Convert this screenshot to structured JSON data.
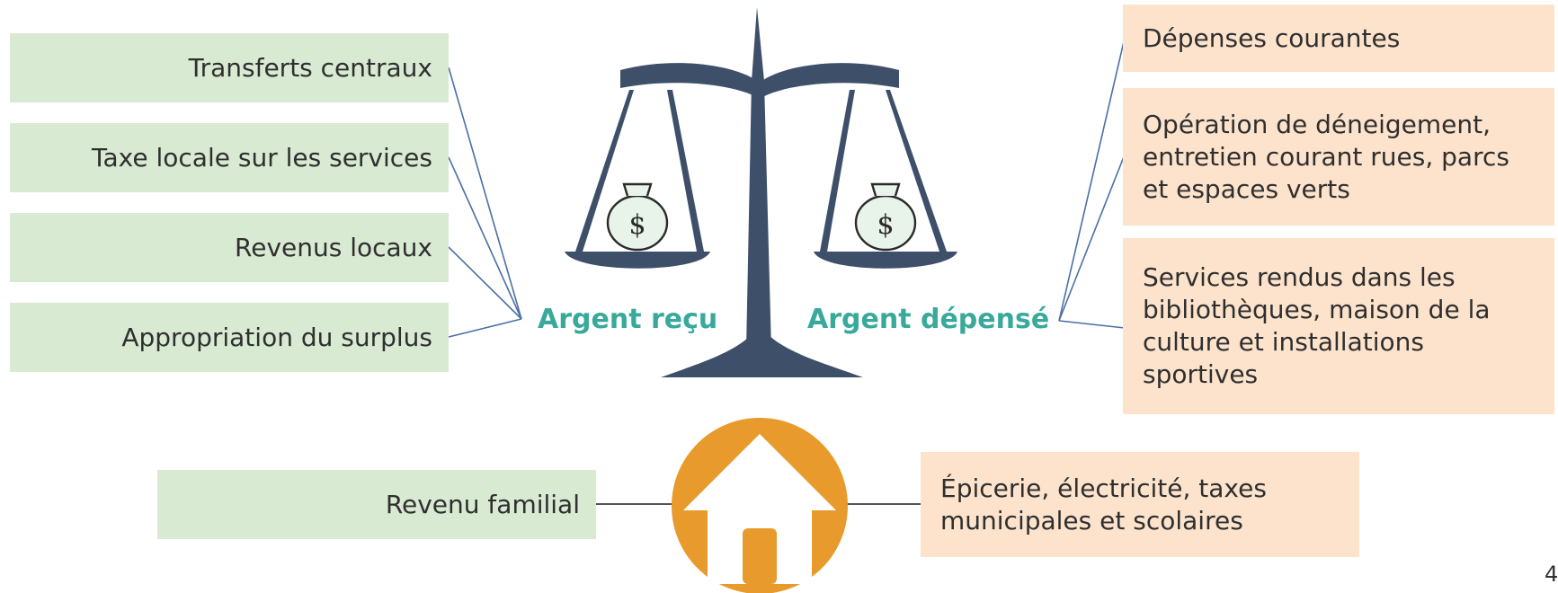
{
  "received": {
    "title": "Argent reçu",
    "items": [
      "Transferts centraux",
      "Taxe locale sur les services",
      "Revenus locaux",
      "Appropriation du surplus"
    ]
  },
  "spent": {
    "title": "Argent dépensé",
    "items": [
      "Dépenses courantes",
      "Opération de déneigement, entretien courant rues, parcs et espaces verts",
      "Services rendus dans les bibliothèques, maison de la culture et installations sportives"
    ]
  },
  "household": {
    "income": "Revenu familial",
    "expenses": "Épicerie, électricité, taxes municipales et scolaires"
  },
  "page_number": "4",
  "colors": {
    "green_box": "#d9ead3",
    "orange_box": "#fde3cc",
    "teal_label": "#38a99b",
    "house_orange": "#e89a2c",
    "scale_denim": "#3e4f6a",
    "connector": "#4a6fa5"
  },
  "icons": [
    "balance-scale-icon",
    "money-bag-icon",
    "house-icon"
  ]
}
